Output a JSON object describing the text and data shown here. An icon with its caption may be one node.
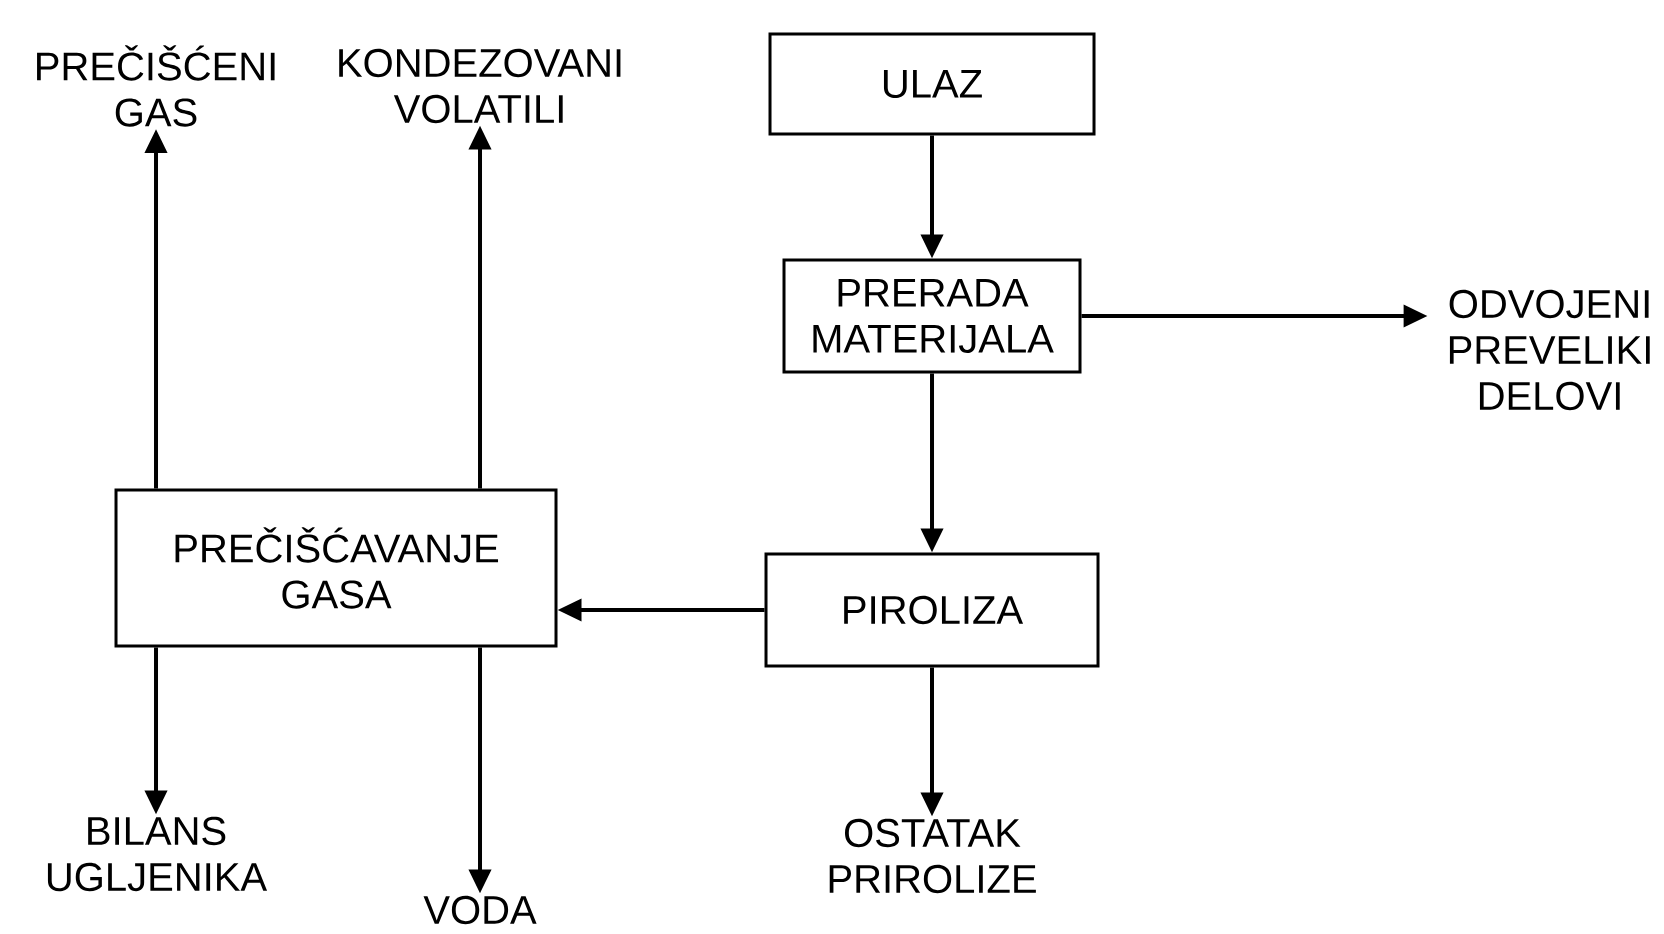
{
  "diagram": {
    "nodes": [
      {
        "text": [
          "ULAZ"
        ]
      },
      {
        "text": [
          "PRERADA MATERIJALA"
        ]
      },
      {
        "text": [
          "PIROLIZA"
        ]
      },
      {
        "text": [
          "PREČIŠĆAVANJE GASA"
        ]
      },
      {
        "text": [
          "ODVOJENI PREVELIKI DELOVI"
        ]
      },
      {
        "text": [
          "OSTATAK PRIROLIZE"
        ]
      },
      {
        "text": [
          "BILANS UGLJENIKA"
        ]
      },
      {
        "text": [
          "VODA"
        ]
      },
      {
        "text": [
          "PREČIŠĆENI GAS"
        ]
      },
      {
        "text": [
          "KONDEZOVANI VOLATILI"
        ]
      }
    ],
    "edges": [
      {
        "from": 0,
        "to": 1,
        "arrow": "to"
      },
      {
        "from": 1,
        "to": 2,
        "arrow": "to"
      },
      {
        "from": 1,
        "to": 4,
        "arrow": "to"
      },
      {
        "from": 2,
        "to": 3,
        "arrow": "to"
      },
      {
        "from": 2,
        "to": 5,
        "arrow": "to"
      },
      {
        "from": 3,
        "to": 6,
        "arrow": "to"
      },
      {
        "from": 3,
        "to": 7,
        "arrow": "to"
      },
      {
        "from": 3,
        "to": 8,
        "arrow": "to"
      },
      {
        "from": 3,
        "to": 9,
        "arrow": "to"
      }
    ]
  }
}
